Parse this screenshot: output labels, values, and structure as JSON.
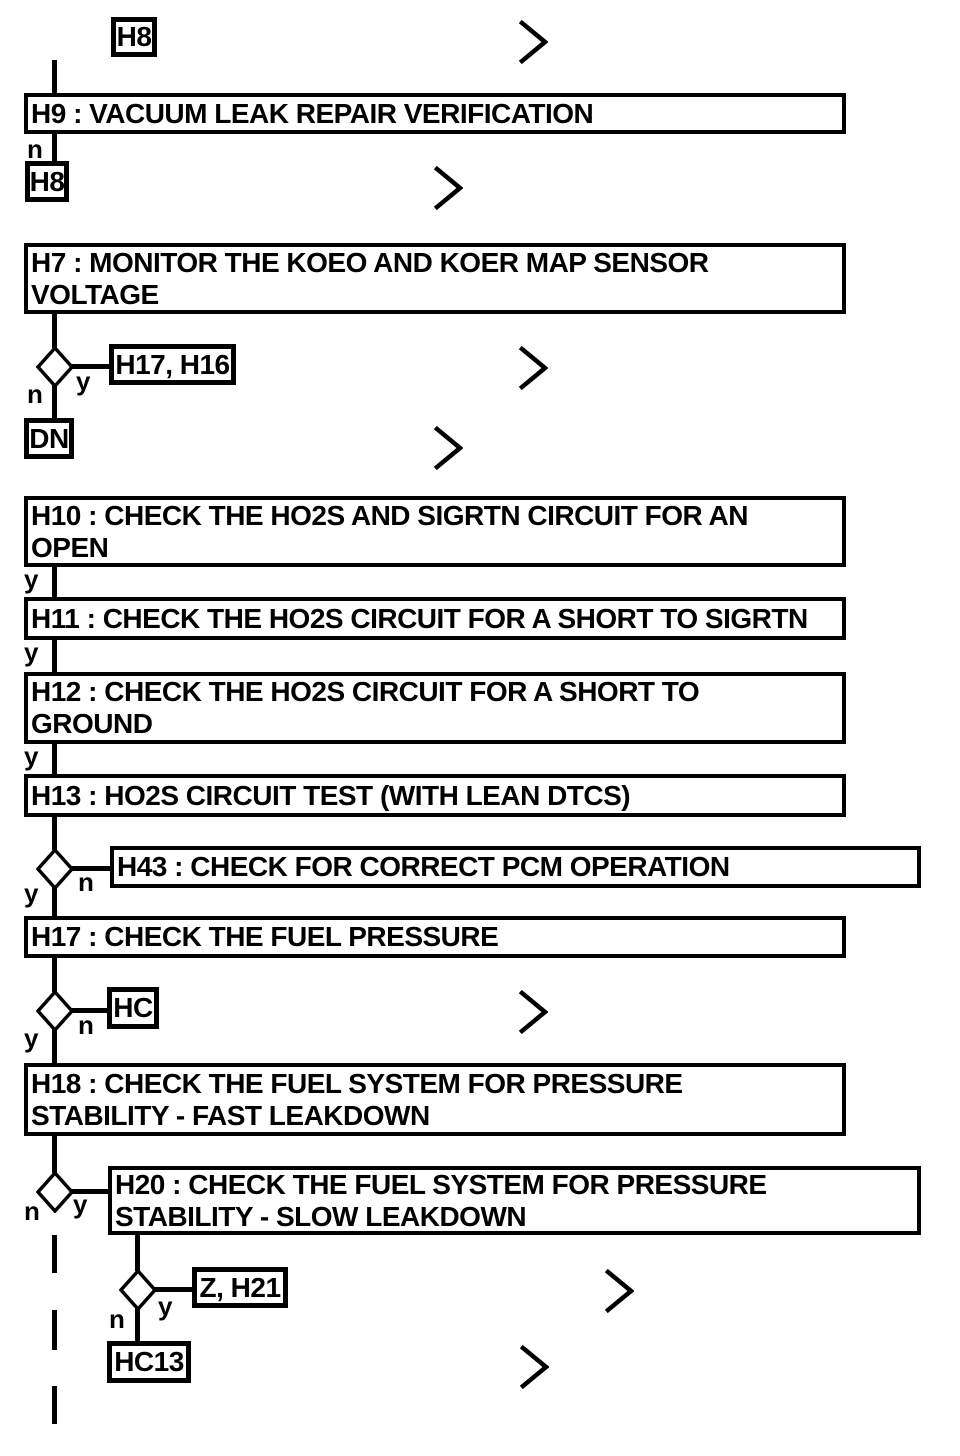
{
  "page": {
    "background_color": "#ffffff",
    "ink_color": "#000000"
  },
  "labels": {
    "yes": "y",
    "no": "n"
  },
  "flowchart": {
    "nodes": {
      "h8_top": {
        "label": "H8"
      },
      "h9": {
        "line1": "H9 : VACUUM LEAK REPAIR VERIFICATION"
      },
      "h8_return": {
        "label": "H8"
      },
      "h7": {
        "line1": "H7 : MONITOR THE KOEO AND KOER MAP SENSOR",
        "line2": "VOLTAGE"
      },
      "h17_h16": {
        "label": "H17, H16"
      },
      "dn": {
        "label": "DN"
      },
      "h10": {
        "line1": "H10 : CHECK THE HO2S AND SIGRTN CIRCUIT FOR AN",
        "line2": "OPEN"
      },
      "h11": {
        "line1": "H11 : CHECK THE HO2S CIRCUIT FOR A SHORT TO SIGRTN"
      },
      "h12": {
        "line1": "H12 : CHECK THE HO2S CIRCUIT FOR A SHORT TO",
        "line2": "GROUND"
      },
      "h13": {
        "line1": "H13 : HO2S CIRCUIT TEST (WITH LEAN DTCS)"
      },
      "h43": {
        "line1": "H43 : CHECK FOR CORRECT PCM OPERATION"
      },
      "h17": {
        "line1": "H17 : CHECK THE FUEL PRESSURE"
      },
      "hc": {
        "label": "HC"
      },
      "h18": {
        "line1": "H18 : CHECK THE FUEL SYSTEM FOR PRESSURE",
        "line2": "STABILITY - FAST LEAKDOWN"
      },
      "h20": {
        "line1": "H20 : CHECK THE FUEL SYSTEM FOR PRESSURE",
        "line2": "STABILITY - SLOW LEAKDOWN"
      },
      "z_h21": {
        "label": "Z, H21"
      },
      "hc13": {
        "label": "HC13"
      }
    }
  }
}
